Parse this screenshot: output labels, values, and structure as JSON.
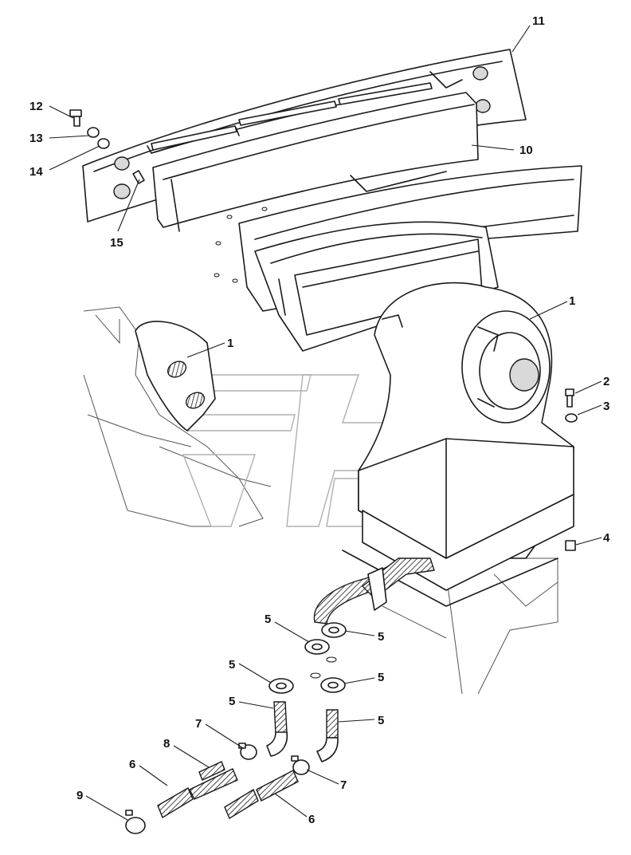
{
  "callouts": [
    {
      "id": "c11",
      "text": "11"
    },
    {
      "id": "c12",
      "text": "12"
    },
    {
      "id": "c13",
      "text": "13"
    },
    {
      "id": "c14",
      "text": "14"
    },
    {
      "id": "c10",
      "text": "10"
    },
    {
      "id": "c15",
      "text": "15"
    },
    {
      "id": "c1a",
      "text": "1"
    },
    {
      "id": "c1b",
      "text": "1"
    },
    {
      "id": "c2",
      "text": "2"
    },
    {
      "id": "c3",
      "text": "3"
    },
    {
      "id": "c4",
      "text": "4"
    },
    {
      "id": "c5a",
      "text": "5"
    },
    {
      "id": "c5b",
      "text": "5"
    },
    {
      "id": "c5c",
      "text": "5"
    },
    {
      "id": "c5d",
      "text": "5"
    },
    {
      "id": "c5e",
      "text": "5"
    },
    {
      "id": "c5f",
      "text": "5"
    },
    {
      "id": "c7a",
      "text": "7"
    },
    {
      "id": "c8",
      "text": "8"
    },
    {
      "id": "c6a",
      "text": "6"
    },
    {
      "id": "c9",
      "text": "9"
    },
    {
      "id": "c7b",
      "text": "7"
    },
    {
      "id": "c6b",
      "text": "6"
    }
  ]
}
